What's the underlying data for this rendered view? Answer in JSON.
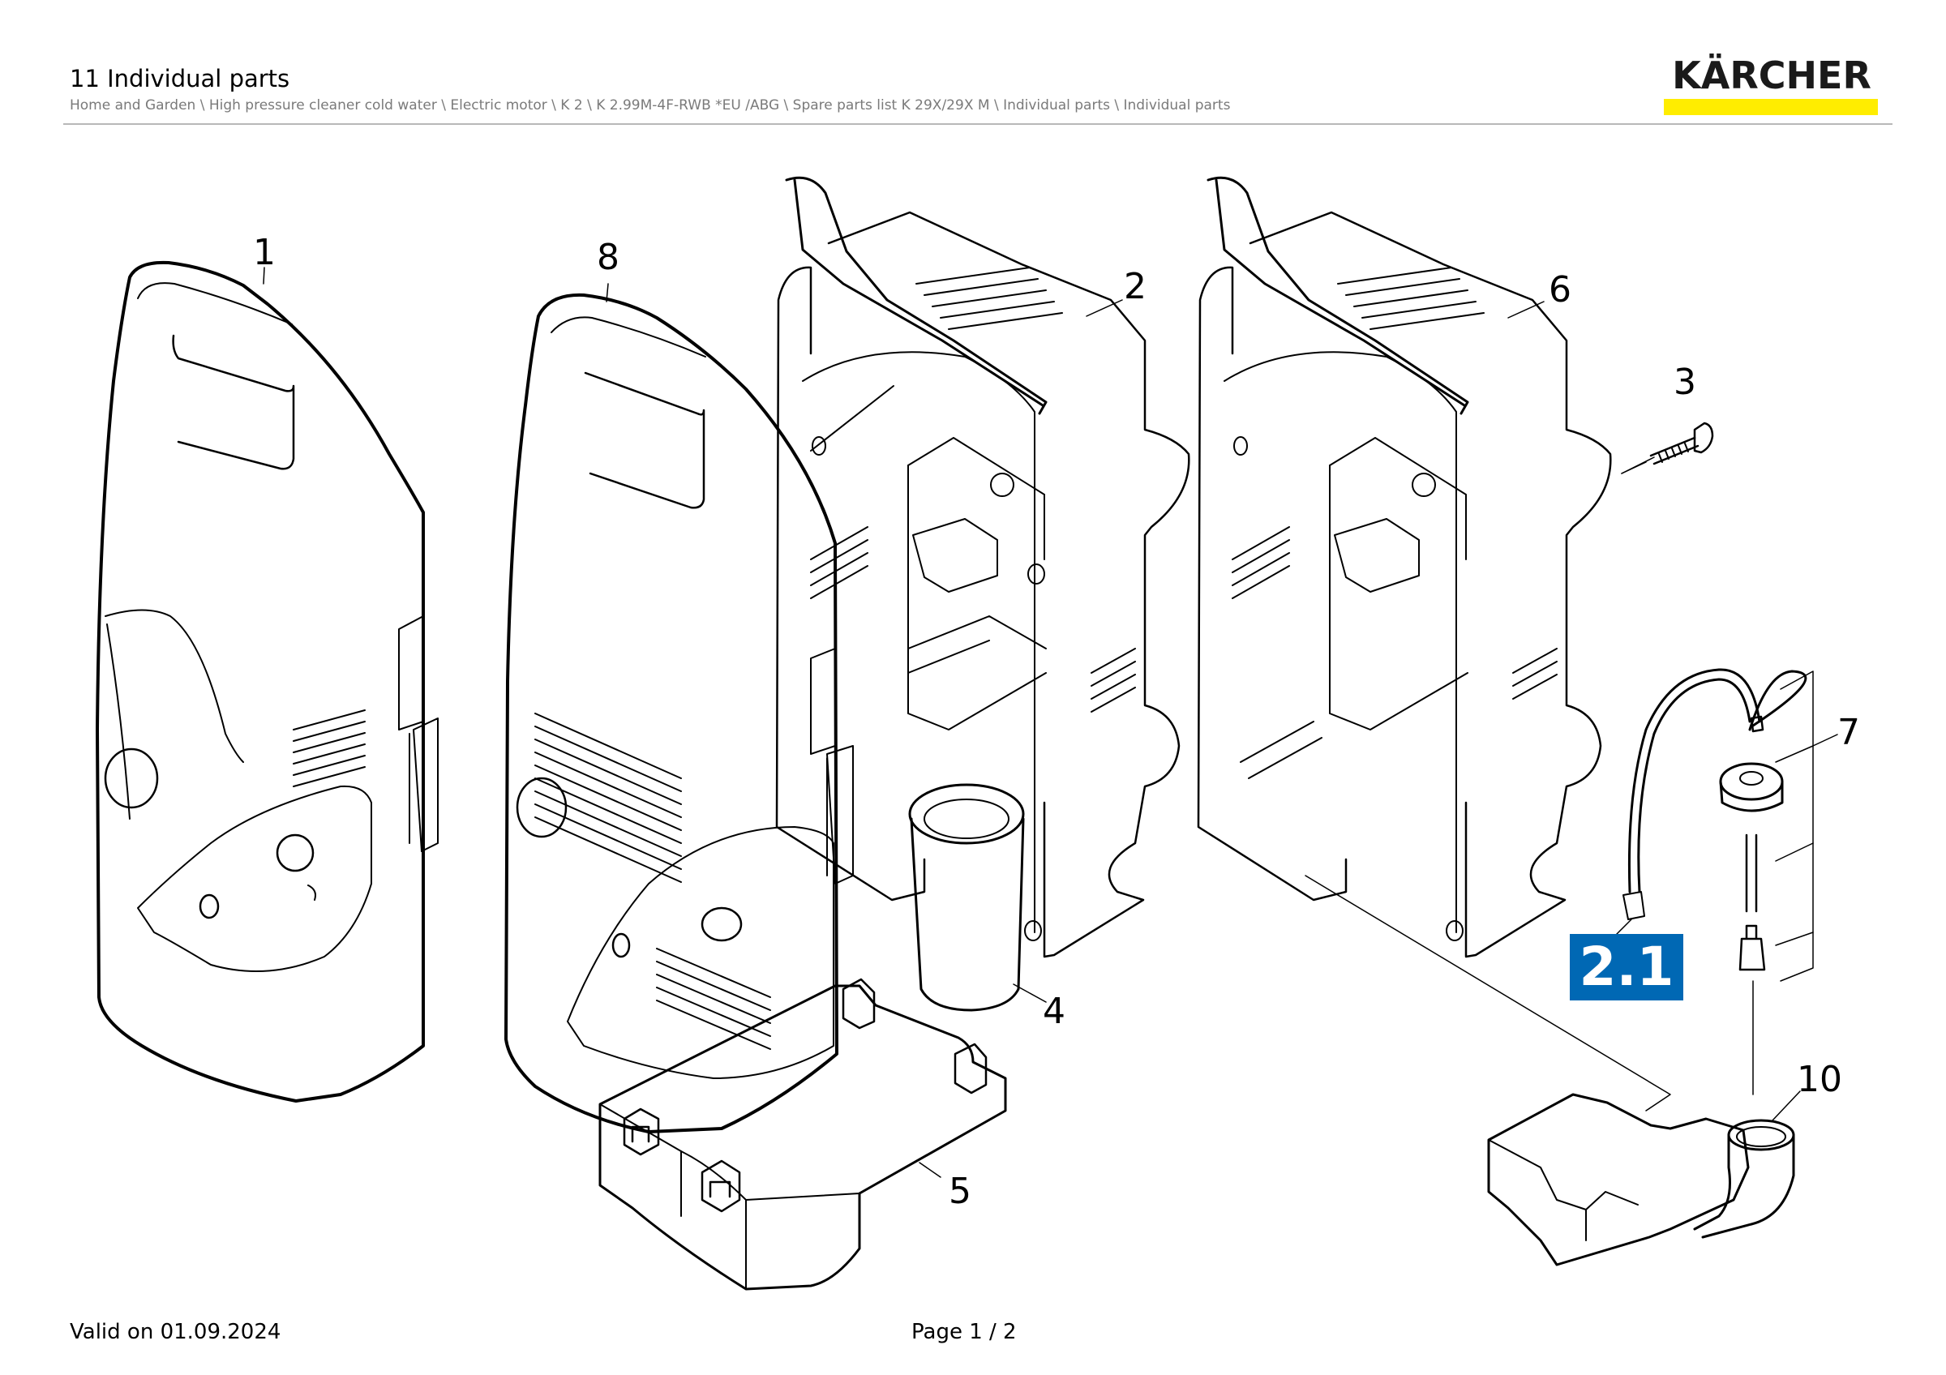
{
  "header": {
    "title": "11 Individual parts",
    "breadcrumb": "Home and Garden \\ High pressure cleaner cold water \\ Electric motor \\ K 2 \\ K 2.99M-4F-RWB *EU /ABG \\ Spare parts list K 29X/29X M \\ Individual parts \\ Individual parts"
  },
  "logo": {
    "wordmark": "KÄRCHER",
    "bar_color": "#ffed00"
  },
  "diagram": {
    "callouts": {
      "p1": "1",
      "p2": "2",
      "p3": "3",
      "p4": "4",
      "p5": "5",
      "p6": "6",
      "p7": "7",
      "p8": "8",
      "p10": "10"
    },
    "reference_badge": {
      "label": "2.1",
      "color": "#0068b4"
    }
  },
  "footer": {
    "valid": "Valid on 01.09.2024",
    "page": "Page 1 / 2"
  }
}
